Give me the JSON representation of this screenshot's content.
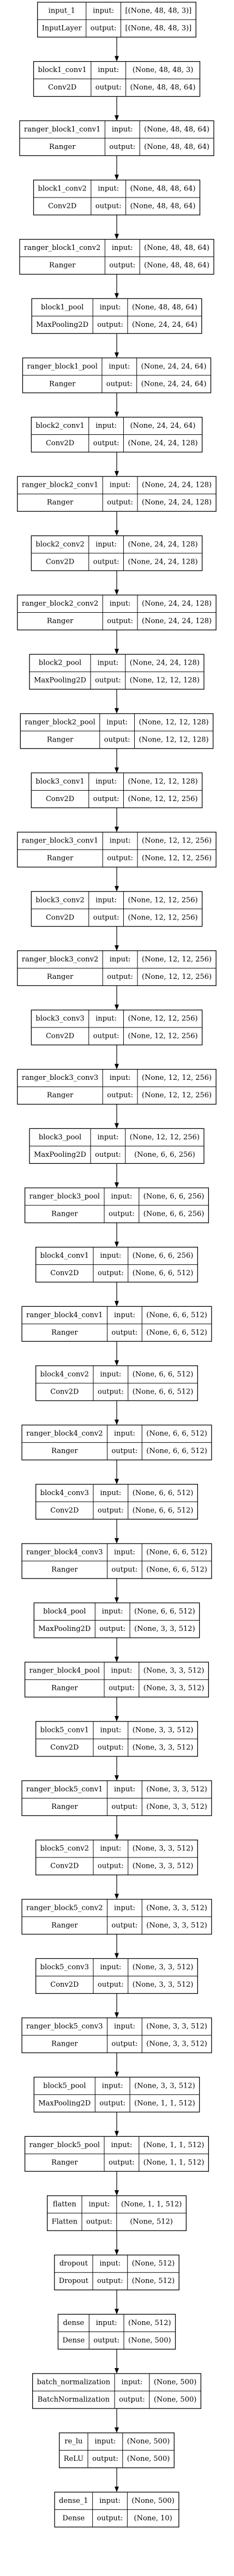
{
  "diagram": {
    "type": "keras-model-plot",
    "in_label": "input:",
    "out_label": "output:",
    "layers": [
      {
        "name": "input_1",
        "type": "InputLayer",
        "input": "[(None, 48, 48, 3)]",
        "output": "[(None, 48, 48, 3)]"
      },
      {
        "name": "block1_conv1",
        "type": "Conv2D",
        "input": "(None, 48, 48, 3)",
        "output": "(None, 48, 48, 64)"
      },
      {
        "name": "ranger_block1_conv1",
        "type": "Ranger",
        "input": "(None, 48, 48, 64)",
        "output": "(None, 48, 48, 64)"
      },
      {
        "name": "block1_conv2",
        "type": "Conv2D",
        "input": "(None, 48, 48, 64)",
        "output": "(None, 48, 48, 64)"
      },
      {
        "name": "ranger_block1_conv2",
        "type": "Ranger",
        "input": "(None, 48, 48, 64)",
        "output": "(None, 48, 48, 64)"
      },
      {
        "name": "block1_pool",
        "type": "MaxPooling2D",
        "input": "(None, 48, 48, 64)",
        "output": "(None, 24, 24, 64)"
      },
      {
        "name": "ranger_block1_pool",
        "type": "Ranger",
        "input": "(None, 24, 24, 64)",
        "output": "(None, 24, 24, 64)"
      },
      {
        "name": "block2_conv1",
        "type": "Conv2D",
        "input": "(None, 24, 24, 64)",
        "output": "(None, 24, 24, 128)"
      },
      {
        "name": "ranger_block2_conv1",
        "type": "Ranger",
        "input": "(None, 24, 24, 128)",
        "output": "(None, 24, 24, 128)"
      },
      {
        "name": "block2_conv2",
        "type": "Conv2D",
        "input": "(None, 24, 24, 128)",
        "output": "(None, 24, 24, 128)"
      },
      {
        "name": "ranger_block2_conv2",
        "type": "Ranger",
        "input": "(None, 24, 24, 128)",
        "output": "(None, 24, 24, 128)"
      },
      {
        "name": "block2_pool",
        "type": "MaxPooling2D",
        "input": "(None, 24, 24, 128)",
        "output": "(None, 12, 12, 128)"
      },
      {
        "name": "ranger_block2_pool",
        "type": "Ranger",
        "input": "(None, 12, 12, 128)",
        "output": "(None, 12, 12, 128)"
      },
      {
        "name": "block3_conv1",
        "type": "Conv2D",
        "input": "(None, 12, 12, 128)",
        "output": "(None, 12, 12, 256)"
      },
      {
        "name": "ranger_block3_conv1",
        "type": "Ranger",
        "input": "(None, 12, 12, 256)",
        "output": "(None, 12, 12, 256)"
      },
      {
        "name": "block3_conv2",
        "type": "Conv2D",
        "input": "(None, 12, 12, 256)",
        "output": "(None, 12, 12, 256)"
      },
      {
        "name": "ranger_block3_conv2",
        "type": "Ranger",
        "input": "(None, 12, 12, 256)",
        "output": "(None, 12, 12, 256)"
      },
      {
        "name": "block3_conv3",
        "type": "Conv2D",
        "input": "(None, 12, 12, 256)",
        "output": "(None, 12, 12, 256)"
      },
      {
        "name": "ranger_block3_conv3",
        "type": "Ranger",
        "input": "(None, 12, 12, 256)",
        "output": "(None, 12, 12, 256)"
      },
      {
        "name": "block3_pool",
        "type": "MaxPooling2D",
        "input": "(None, 12, 12, 256)",
        "output": "(None, 6, 6, 256)"
      },
      {
        "name": "ranger_block3_pool",
        "type": "Ranger",
        "input": "(None, 6, 6, 256)",
        "output": "(None, 6, 6, 256)"
      },
      {
        "name": "block4_conv1",
        "type": "Conv2D",
        "input": "(None, 6, 6, 256)",
        "output": "(None, 6, 6, 512)"
      },
      {
        "name": "ranger_block4_conv1",
        "type": "Ranger",
        "input": "(None, 6, 6, 512)",
        "output": "(None, 6, 6, 512)"
      },
      {
        "name": "block4_conv2",
        "type": "Conv2D",
        "input": "(None, 6, 6, 512)",
        "output": "(None, 6, 6, 512)"
      },
      {
        "name": "ranger_block4_conv2",
        "type": "Ranger",
        "input": "(None, 6, 6, 512)",
        "output": "(None, 6, 6, 512)"
      },
      {
        "name": "block4_conv3",
        "type": "Conv2D",
        "input": "(None, 6, 6, 512)",
        "output": "(None, 6, 6, 512)"
      },
      {
        "name": "ranger_block4_conv3",
        "type": "Ranger",
        "input": "(None, 6, 6, 512)",
        "output": "(None, 6, 6, 512)"
      },
      {
        "name": "block4_pool",
        "type": "MaxPooling2D",
        "input": "(None, 6, 6, 512)",
        "output": "(None, 3, 3, 512)"
      },
      {
        "name": "ranger_block4_pool",
        "type": "Ranger",
        "input": "(None, 3, 3, 512)",
        "output": "(None, 3, 3, 512)"
      },
      {
        "name": "block5_conv1",
        "type": "Conv2D",
        "input": "(None, 3, 3, 512)",
        "output": "(None, 3, 3, 512)"
      },
      {
        "name": "ranger_block5_conv1",
        "type": "Ranger",
        "input": "(None, 3, 3, 512)",
        "output": "(None, 3, 3, 512)"
      },
      {
        "name": "block5_conv2",
        "type": "Conv2D",
        "input": "(None, 3, 3, 512)",
        "output": "(None, 3, 3, 512)"
      },
      {
        "name": "ranger_block5_conv2",
        "type": "Ranger",
        "input": "(None, 3, 3, 512)",
        "output": "(None, 3, 3, 512)"
      },
      {
        "name": "block5_conv3",
        "type": "Conv2D",
        "input": "(None, 3, 3, 512)",
        "output": "(None, 3, 3, 512)"
      },
      {
        "name": "ranger_block5_conv3",
        "type": "Ranger",
        "input": "(None, 3, 3, 512)",
        "output": "(None, 3, 3, 512)"
      },
      {
        "name": "block5_pool",
        "type": "MaxPooling2D",
        "input": "(None, 3, 3, 512)",
        "output": "(None, 1, 1, 512)"
      },
      {
        "name": "ranger_block5_pool",
        "type": "Ranger",
        "input": "(None, 1, 1, 512)",
        "output": "(None, 1, 1, 512)"
      },
      {
        "name": "flatten",
        "type": "Flatten",
        "input": "(None, 1, 1, 512)",
        "output": "(None, 512)"
      },
      {
        "name": "dropout",
        "type": "Dropout",
        "input": "(None, 512)",
        "output": "(None, 512)"
      },
      {
        "name": "dense",
        "type": "Dense",
        "input": "(None, 512)",
        "output": "(None, 500)"
      },
      {
        "name": "batch_normalization",
        "type": "BatchNormalization",
        "input": "(None, 500)",
        "output": "(None, 500)"
      },
      {
        "name": "re_lu",
        "type": "ReLU",
        "input": "(None, 500)",
        "output": "(None, 500)"
      },
      {
        "name": "dense_1",
        "type": "Dense",
        "input": "(None, 500)",
        "output": "(None, 10)"
      }
    ]
  }
}
